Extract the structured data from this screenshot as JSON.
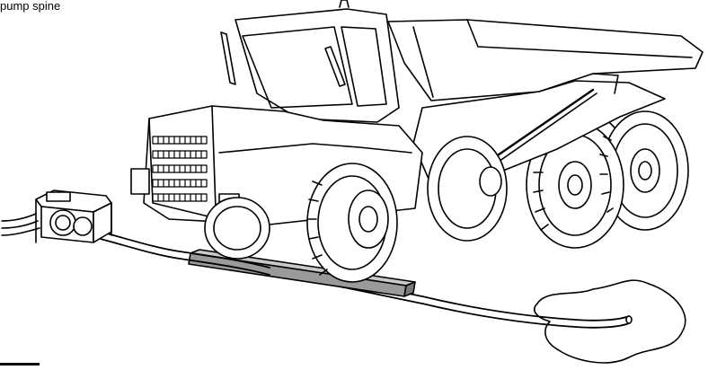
{
  "caption": "pump spine",
  "colors": {
    "line": "#000000",
    "fill": "#ffffff",
    "beam": "#9a9a9a",
    "tire": "#ffffff"
  },
  "parts": [
    "water-pump",
    "suction-hose",
    "discharge-hose",
    "wooden-beam",
    "articulated-dump-truck",
    "water-puddle"
  ]
}
